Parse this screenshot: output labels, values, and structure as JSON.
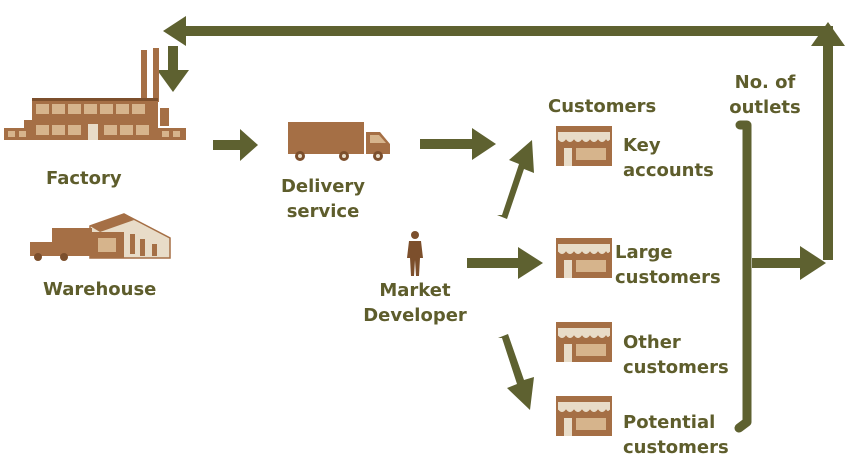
{
  "labels": {
    "factory": "Factory",
    "warehouse": "Warehouse",
    "delivery_line1": "Delivery",
    "delivery_line2": "service",
    "market_line1": "Market",
    "market_line2": "Developer",
    "customers": "Customers",
    "outlets_line1": "No. of",
    "outlets_line2": "outlets",
    "key_line1": "Key",
    "key_line2": "accounts",
    "large_line1": "Large",
    "large_line2": "customers",
    "other_line1": "Other",
    "other_line2": "customers",
    "potential_line1": "Potential",
    "potential_line2": "customers"
  },
  "colors": {
    "arrow": "#5e6130",
    "label": "#5e5d2c",
    "brown": "#a56f45",
    "brown_dark": "#7c4f2c",
    "tan": "#d6b48c",
    "awning": "#e8dcc8"
  },
  "icons": [
    "factory-icon",
    "warehouse-icon",
    "delivery-truck-icon",
    "person-icon",
    "shop-icon"
  ]
}
